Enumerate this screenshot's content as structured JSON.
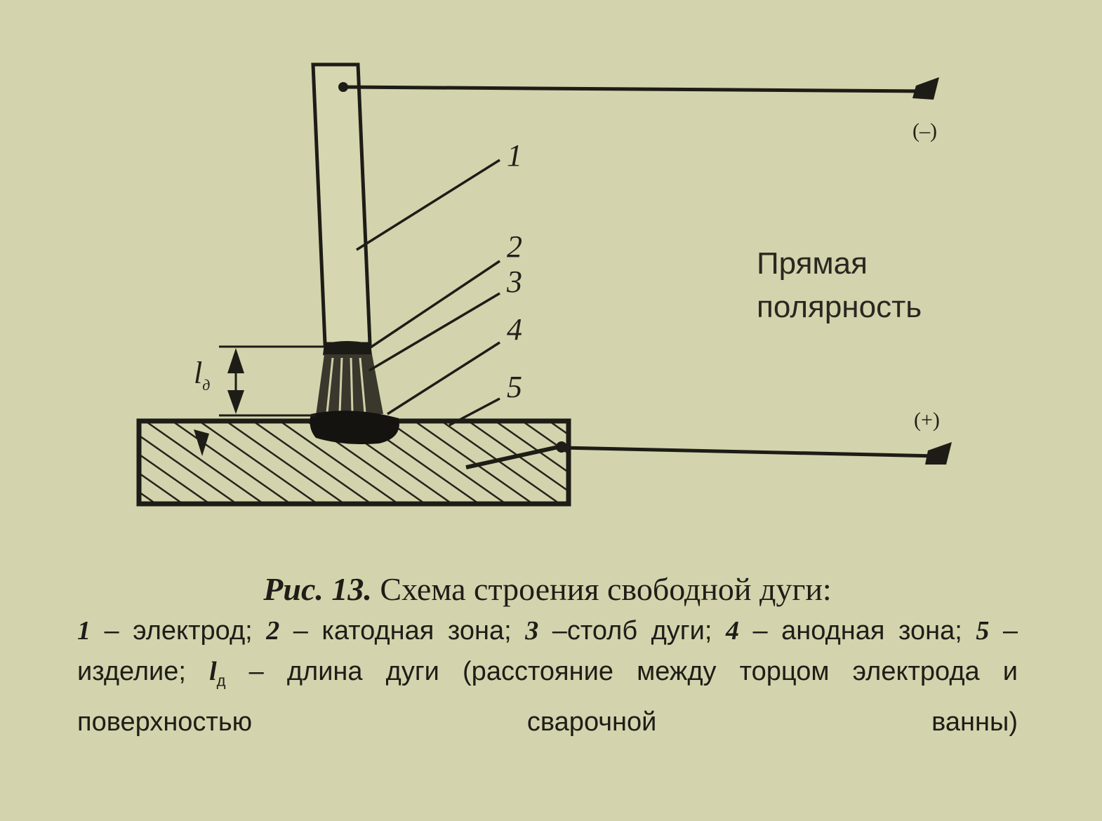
{
  "diagram": {
    "labels": {
      "n1": "1",
      "n2": "2",
      "n3": "3",
      "n4": "4",
      "n5": "5",
      "minus": "(–)",
      "plus": "(+)",
      "arc_length_symbol": "l",
      "arc_length_sub": "д"
    },
    "polarity": {
      "line1": "Прямая",
      "line2": "полярность"
    }
  },
  "caption": {
    "fig_label": "Рис. 13.",
    "title": "Схема строения свободной дуги:",
    "legend": {
      "n1": "1",
      "t1": " – электрод; ",
      "n2": "2",
      "t2": " – катодная зона; ",
      "n3": "3",
      "t3": " –столб дуги; ",
      "n4": "4",
      "t4": " – анодная зона; ",
      "n5": "5",
      "t5": " – изделие; ",
      "l_sym": "l",
      "l_sub": "д",
      "t6": " – длина дуги (расстояние между торцом электрода и поверхностью сварочной ванны)"
    }
  }
}
